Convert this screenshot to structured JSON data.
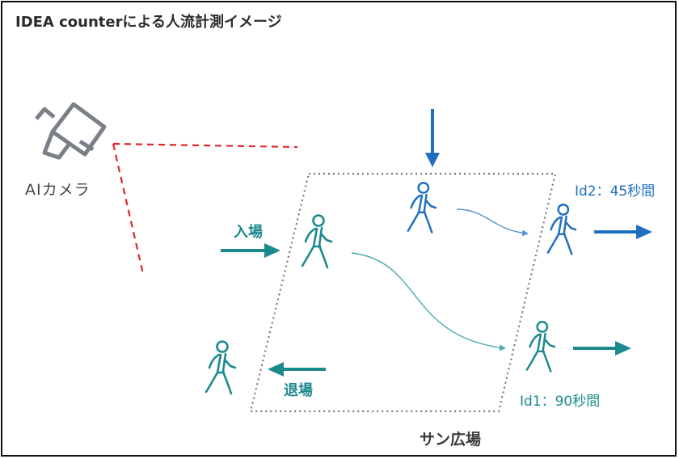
{
  "title": "IDEA counterによる人流計測イメージ",
  "camera": {
    "label": "AIカメラ",
    "icon": "camera-icon"
  },
  "area": {
    "label": "サン広場"
  },
  "entry": {
    "label": "入場"
  },
  "exit": {
    "label": "退場"
  },
  "tracks": [
    {
      "id_label": "Id2：45秒間"
    },
    {
      "id_label": "Id1：90秒間"
    }
  ],
  "colors": {
    "teal": "#1b8a8f",
    "blue": "#1f6fbf",
    "camera_gray": "#7a7f88",
    "fov_red": "#e0262e",
    "area_border": "#777777"
  },
  "icons": [
    "camera-icon",
    "person-walking-icon",
    "arrow-icon"
  ]
}
